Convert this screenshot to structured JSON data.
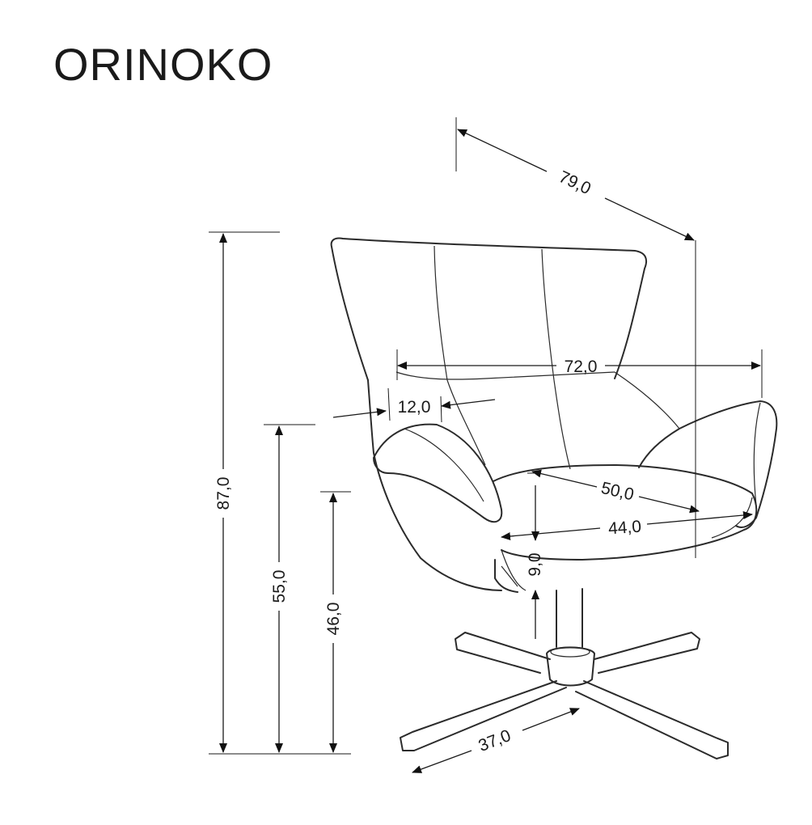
{
  "title": "ORINOKO",
  "dimensions": {
    "depth": "79,0",
    "width": "72,0",
    "armrest": "12,0",
    "total_height": "87,0",
    "armrest_height": "55,0",
    "seat_height": "46,0",
    "seat_depth": "50,0",
    "seat_width": "44,0",
    "cushion": "9,0",
    "base": "37,0"
  }
}
